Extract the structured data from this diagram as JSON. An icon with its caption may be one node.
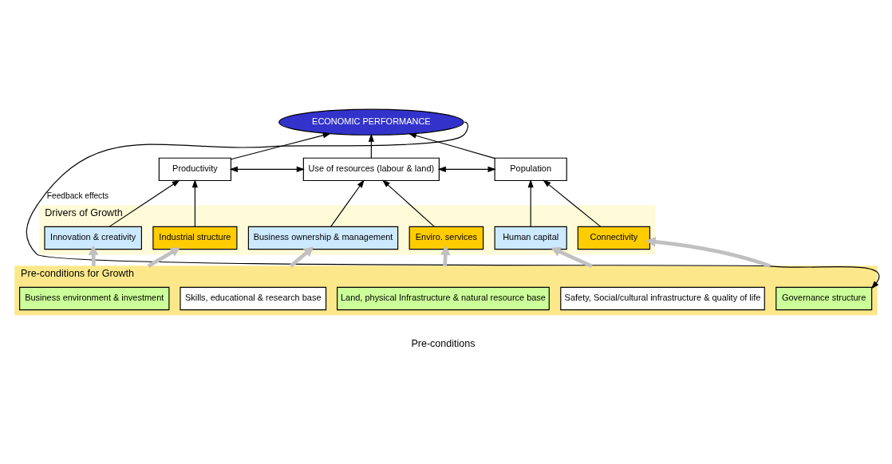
{
  "diagram": {
    "nodes": [
      {
        "text": [
          "ECONOMIC PERFORMANCE"
        ]
      },
      {
        "text": [
          "Productivity"
        ]
      },
      {
        "text": [
          "Use of resources (labour & land)"
        ]
      },
      {
        "text": [
          "Population"
        ]
      },
      {
        "text": [
          "Drivers of Growth"
        ]
      },
      {
        "text": [
          "Innovation & creativity"
        ],
        "in": 4
      },
      {
        "text": [
          "Industrial structure"
        ],
        "in": 4
      },
      {
        "text": [
          "Business ownership & management"
        ],
        "in": 4
      },
      {
        "text": [
          "Enviro. services"
        ],
        "in": 4
      },
      {
        "text": [
          "Human capital"
        ],
        "in": 4
      },
      {
        "text": [
          "Connectivity"
        ],
        "in": 4
      },
      {
        "text": [
          "Pre-conditions for Growth"
        ]
      },
      {
        "text": [
          "Business environment & investment"
        ],
        "in": 11
      },
      {
        "text": [
          "Skills, educational & research base"
        ],
        "in": 11
      },
      {
        "text": [
          "Land, physical Infrastructure & natural resource base"
        ],
        "in": 11
      },
      {
        "text": [
          "Safety, Social/cultural infrastructure & quality of life"
        ],
        "in": 11
      },
      {
        "text": [
          "Governance structure"
        ],
        "in": 11
      }
    ],
    "edges": [
      {
        "from": 1,
        "to": 0,
        "arrow": "to"
      },
      {
        "from": 2,
        "to": 0,
        "arrow": "to"
      },
      {
        "from": 3,
        "to": 0,
        "arrow": "to"
      },
      {
        "from": 1,
        "to": 2,
        "arrow": "both"
      },
      {
        "from": 2,
        "to": 3,
        "arrow": "both"
      },
      {
        "from": 5,
        "to": 1,
        "arrow": "to"
      },
      {
        "from": 6,
        "to": 1,
        "arrow": "to"
      },
      {
        "from": 7,
        "to": 2,
        "arrow": "to"
      },
      {
        "from": 8,
        "to": 2,
        "arrow": "to"
      },
      {
        "from": 9,
        "to": 3,
        "arrow": "to"
      },
      {
        "from": 10,
        "to": 3,
        "arrow": "to"
      },
      {
        "from": 11,
        "to": 5,
        "arrow": "to",
        "style": "thick",
        "color": "#c0c0c0"
      },
      {
        "from": 11,
        "to": 6,
        "arrow": "to",
        "style": "thick",
        "color": "#c0c0c0"
      },
      {
        "from": 11,
        "to": 7,
        "arrow": "to",
        "style": "thick",
        "color": "#c0c0c0"
      },
      {
        "from": 11,
        "to": 8,
        "arrow": "to",
        "style": "thick",
        "color": "#c0c0c0"
      },
      {
        "from": 11,
        "to": 9,
        "arrow": "to",
        "style": "thick",
        "color": "#c0c0c0"
      },
      {
        "from": 11,
        "to": 10,
        "arrow": "to",
        "style": "thick",
        "color": "#c0c0c0"
      },
      {
        "from": 0,
        "to": 16,
        "arrow": "to",
        "label": "Feedback effects"
      }
    ],
    "labels": [
      "Pre-conditions"
    ]
  }
}
